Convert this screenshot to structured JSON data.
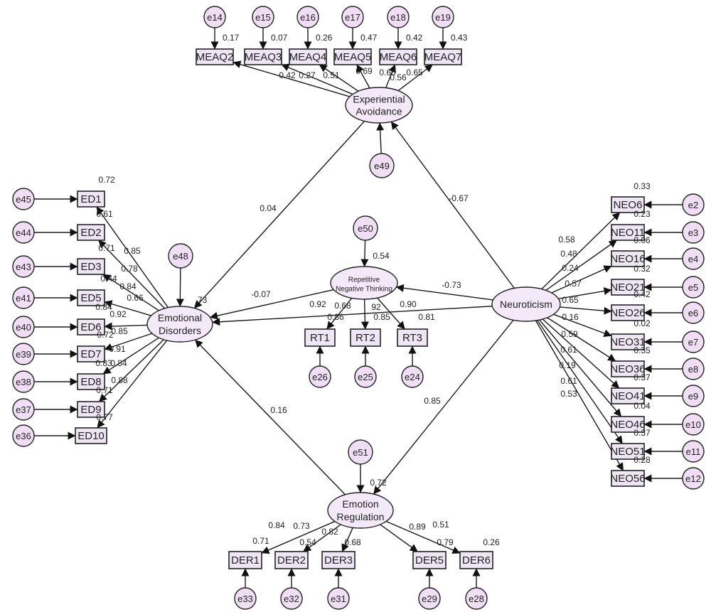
{
  "latents": {
    "ea": [
      "Experiential",
      "Avoidance"
    ],
    "ed": [
      "Emotional",
      "Disorders"
    ],
    "rnt": [
      "Repetitive",
      "Negative Thinking"
    ],
    "neu": [
      "Neuroticism"
    ],
    "er": [
      "Emotion",
      "Regulation"
    ]
  },
  "disturbances": {
    "e48": "e48",
    "e49": "e49",
    "e50": "e50",
    "e51": "e51"
  },
  "r_squared": {
    "ed": ".73",
    "ea": "",
    "rnt": "0.54",
    "er": "0.72"
  },
  "paths": [
    {
      "from": "ea",
      "to": "ed",
      "coef": "0.04"
    },
    {
      "from": "neu",
      "to": "ea",
      "coef": "-0.67"
    },
    {
      "from": "rnt",
      "to": "ed",
      "coef": "-0.07"
    },
    {
      "from": "neu",
      "to": "rnt",
      "coef": "-0.73"
    },
    {
      "from": "neu",
      "to": "ed",
      "coef": ""
    },
    {
      "from": "er",
      "to": "ed",
      "coef": "0.16"
    },
    {
      "from": "neu",
      "to": "er",
      "coef": "0.85"
    }
  ],
  "indicators": {
    "ea": [
      {
        "name": "MEAQ2",
        "err": "e14",
        "r2": "0.17",
        "loading": ""
      },
      {
        "name": "MEAQ3",
        "err": "e15",
        "r2": "0.07",
        "loading": "0.42"
      },
      {
        "name": "MEAQ4",
        "err": "e16",
        "r2": "0.26",
        "loading": "0.27"
      },
      {
        "name": "MEAQ5",
        "err": "e17",
        "r2": "0.47",
        "loading": "0.51"
      },
      {
        "name": "MEAQ6",
        "err": "e18",
        "r2": "0.42",
        "loading": "0.69"
      },
      {
        "name": "MEAQ7",
        "err": "e19",
        "r2": "0.43",
        "loading": "0.65"
      }
    ],
    "ea_extra_labels": [
      "0.66",
      "0.56"
    ],
    "ed": [
      {
        "name": "ED1",
        "err": "e45",
        "r2": "0.72",
        "loading": "0.85"
      },
      {
        "name": "ED2",
        "err": "e44",
        "r2": "0.61",
        "loading": "0.78"
      },
      {
        "name": "ED3",
        "err": "e43",
        "r2": "0.71",
        "loading": "0.84"
      },
      {
        "name": "ED5",
        "err": "e41",
        "r2": "0.44",
        "loading": "0.66"
      },
      {
        "name": "ED6",
        "err": "e40",
        "r2": "0.84",
        "loading": "0.92"
      },
      {
        "name": "ED7",
        "err": "e39",
        "r2": "0.72",
        "loading": "0.85"
      },
      {
        "name": "ED8",
        "err": "e38",
        "r2": "0.83",
        "loading": "0.91"
      },
      {
        "name": "ED9",
        "err": "e37",
        "r2": "0.71",
        "loading": "0.84"
      },
      {
        "name": "ED10",
        "err": "e36",
        "r2": "0.77",
        "loading": "0.88"
      }
    ],
    "rnt": [
      {
        "name": "RT1",
        "err": "e26",
        "r2": "0.86",
        "loading": "0.92"
      },
      {
        "name": "RT2",
        "err": "e25",
        "r2": "0.85",
        "loading": "92"
      },
      {
        "name": "RT3",
        "err": "e24",
        "r2": "0.81",
        "loading": "0.90"
      }
    ],
    "rnt_extra_labels": [
      "0.68"
    ],
    "neu": [
      {
        "name": "NEO6",
        "err": "e2",
        "r2": "0.33",
        "loading": "0.58"
      },
      {
        "name": "NEO11",
        "err": "e3",
        "r2": "0.23",
        "loading": "0.48"
      },
      {
        "name": "NEO16",
        "err": "e4",
        "r2": "0.06",
        "loading": "0.24"
      },
      {
        "name": "NEO21",
        "err": "e5",
        "r2": "0.32",
        "loading": "0.57"
      },
      {
        "name": "NEO26",
        "err": "e6",
        "r2": "0.42",
        "loading": "0.65"
      },
      {
        "name": "NEO31",
        "err": "e7",
        "r2": "0.02",
        "loading": "0.16"
      },
      {
        "name": "NEO36",
        "err": "e8",
        "r2": "0.35",
        "loading": "0.59"
      },
      {
        "name": "NEO41",
        "err": "e9",
        "r2": "0.37",
        "loading": "0.61"
      },
      {
        "name": "NEO46",
        "err": "e10",
        "r2": "0.04",
        "loading": "0.19"
      },
      {
        "name": "NEO51",
        "err": "e11",
        "r2": "0.37",
        "loading": "0.61"
      },
      {
        "name": "NEO56",
        "err": "e12",
        "r2": "0.28",
        "loading": "0.53"
      }
    ],
    "er": [
      {
        "name": "DER1",
        "err": "e33",
        "r2": "0.71",
        "loading": "0.84"
      },
      {
        "name": "DER2",
        "err": "e32",
        "r2": "0.54",
        "loading": "0.73"
      },
      {
        "name": "DER3",
        "err": "e31",
        "r2": "0.68",
        "loading": "0.82"
      },
      {
        "name": "DER5",
        "err": "e29",
        "r2": "0.79",
        "loading": "0.89"
      },
      {
        "name": "DER6",
        "err": "e28",
        "r2": "0.26",
        "loading": "0.51"
      }
    ]
  }
}
